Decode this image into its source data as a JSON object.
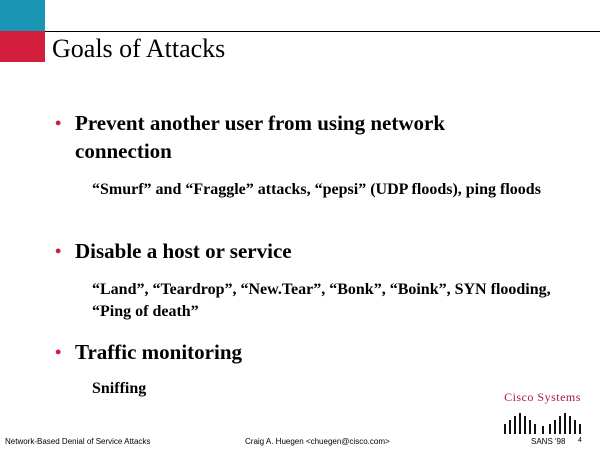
{
  "slide": {
    "title": "Goals of Attacks",
    "bullets": [
      {
        "text": "Prevent another user from using network connection",
        "detail": "“Smurf” and “Fraggle” attacks, “pepsi” (UDP floods), ping floods"
      },
      {
        "text": "Disable a host or service",
        "detail": "“Land”, “Teardrop”, “New.Tear”, “Bonk”, “Boink”, SYN flooding, “Ping of death”"
      },
      {
        "text": "Traffic monitoring",
        "detail": "Sniffing"
      }
    ]
  },
  "footer": {
    "left": "Network-Based Denial of Service Attacks",
    "center": "Craig A. Huegen <chuegen@cisco.com>",
    "right": "SANS '98",
    "page": "4"
  },
  "logo": {
    "text": "Cisco Systems",
    "color": "#b4143c"
  },
  "colors": {
    "accent_teal": "#1a96b4",
    "accent_red": "#d21e3c"
  }
}
